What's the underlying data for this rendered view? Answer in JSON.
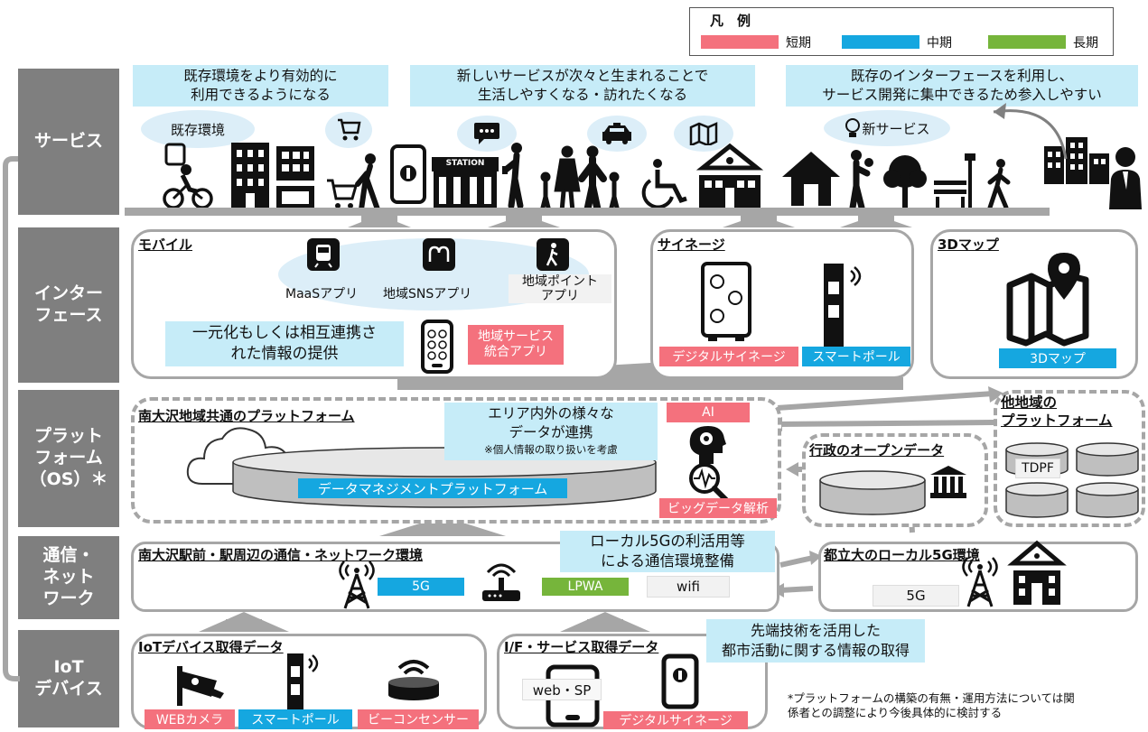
{
  "legend": {
    "title": "凡　例",
    "items": [
      {
        "label": "短期",
        "color": "#f4717d"
      },
      {
        "label": "中期",
        "color": "#15a7e0"
      },
      {
        "label": "長期",
        "color": "#76b53b"
      }
    ]
  },
  "layers": {
    "service": "サービス",
    "interface": "インター\nフェース",
    "platform": "プラット\nフォーム\n（OS）＊",
    "network": "通信・\nネット\nワーク",
    "iot": "IoT\nデバイス"
  },
  "service": {
    "banners": [
      "既存環境をより有効的に\n利用できるようになる",
      "新しいサービスが次々と生まれることで\n生活しやすくなる・訪れたくなる",
      "既存のインターフェースを利用し、\nサービス開発に集中できるため参入しやすい"
    ],
    "bubble_existing": "既存環境",
    "bubble_new": "新サービス",
    "station_sign": "STATION"
  },
  "interface": {
    "mobile": {
      "title": "モバイル",
      "apps": [
        "MaaSアプリ",
        "地域SNSアプリ",
        "地域ポイント\nアプリ"
      ],
      "unify_text": "一元化もしくは相互連携さ\nれた情報の提供",
      "integrated_app": "地域サービス\n統合アプリ"
    },
    "signage": {
      "title": "サイネージ",
      "digital": "デジタルサイネージ",
      "pole": "スマートポール"
    },
    "map3d": {
      "title": "3Dマップ",
      "tag": "3Dマップ"
    }
  },
  "platform": {
    "title": "南大沢地域共通のプラットフォーム",
    "cooperation": "エリア内外の様々な\nデータが連携",
    "note": "※個人情報の取り扱いを考慮",
    "ai": "AI",
    "dmp": "データマネジメントプラットフォーム",
    "bigdata": "ビッグデータ解析",
    "opendata": "行政のオープンデータ",
    "other_region": "他地域の\nプラットフォーム",
    "tdpf": "TDPF"
  },
  "network": {
    "title": "南大沢駅前・駅周辺の通信・ネットワーク環境",
    "local5g_text": "ローカル5Gの利活用等\nによる通信環境整備",
    "tags": [
      "5G",
      "LPWA",
      "wifi"
    ],
    "univ_title": "都立大のローカル5G環境",
    "univ_5g": "5G"
  },
  "iot": {
    "device_title": "IoTデバイス取得データ",
    "service_title": "I/F・サービス取得データ",
    "tech_text": "先端技術を活用した\n都市活動に関する情報の取得",
    "webcam": "WEBカメラ",
    "pole": "スマートポール",
    "beacon": "ビーコンセンサー",
    "websp": "web・SP",
    "signage": "デジタルサイネージ"
  },
  "footnote": "*プラットフォームの構築の有無・運用方法については関\n係者との調整により今後具体的に検討する"
}
